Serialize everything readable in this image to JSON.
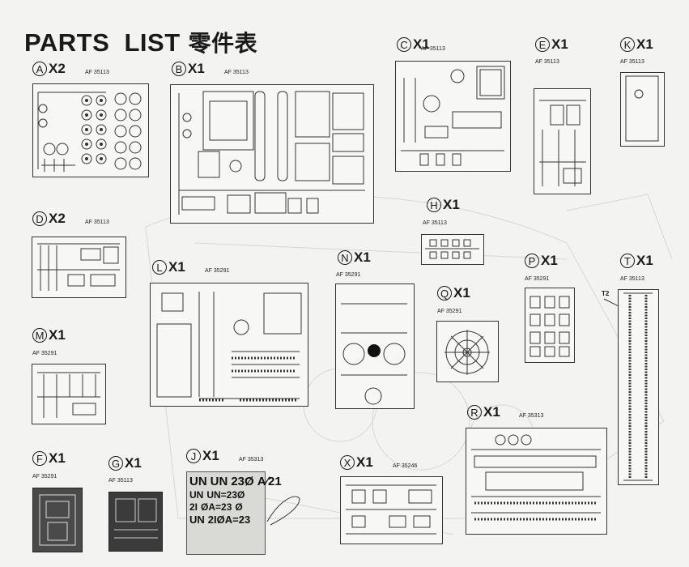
{
  "title": {
    "en": "PARTS  LIST",
    "cn": "零件表"
  },
  "sprues": [
    {
      "id": "A",
      "letter": "A",
      "qty": "X2",
      "code": "AF 35113"
    },
    {
      "id": "B",
      "letter": "B",
      "qty": "X1",
      "code": "AF 35113"
    },
    {
      "id": "C",
      "letter": "C",
      "qty": "X1",
      "code": "AF 35113"
    },
    {
      "id": "E",
      "letter": "E",
      "qty": "X1",
      "code": "AF 35113"
    },
    {
      "id": "K",
      "letter": "K",
      "qty": "X1",
      "code": "AF 35113"
    },
    {
      "id": "D",
      "letter": "D",
      "qty": "X2",
      "code": "AF 35113"
    },
    {
      "id": "H",
      "letter": "H",
      "qty": "X1",
      "code": "AF 35113"
    },
    {
      "id": "L",
      "letter": "L",
      "qty": "X1",
      "code": "AF 35291"
    },
    {
      "id": "N",
      "letter": "N",
      "qty": "X1",
      "code": "AF 35291"
    },
    {
      "id": "P",
      "letter": "P",
      "qty": "X1",
      "code": "AF 35291"
    },
    {
      "id": "T",
      "letter": "T",
      "qty": "X1",
      "code": "AF 35113"
    },
    {
      "id": "Q",
      "letter": "Q",
      "qty": "X1",
      "code": "AF 35291"
    },
    {
      "id": "M",
      "letter": "M",
      "qty": "X1",
      "code": "AF 35291"
    },
    {
      "id": "R",
      "letter": "R",
      "qty": "X1",
      "code": "AF 35313"
    },
    {
      "id": "F",
      "letter": "F",
      "qty": "X1",
      "code": "AF 35291"
    },
    {
      "id": "G",
      "letter": "G",
      "qty": "X1",
      "code": "AF 35113"
    },
    {
      "id": "J",
      "letter": "J",
      "qty": "X1",
      "code": "AF 35313"
    },
    {
      "id": "X",
      "letter": "X",
      "qty": "X1",
      "code": "AF 35246"
    }
  ],
  "track_label": "T2",
  "decal_rows": [
    [
      "UN",
      "UN",
      "23Ø",
      "A∕21"
    ],
    [
      "UN",
      "UN=23Ø"
    ],
    [
      "2I",
      "ØA=23",
      "Ø"
    ],
    [
      "UN",
      "2IØA=23"
    ]
  ]
}
